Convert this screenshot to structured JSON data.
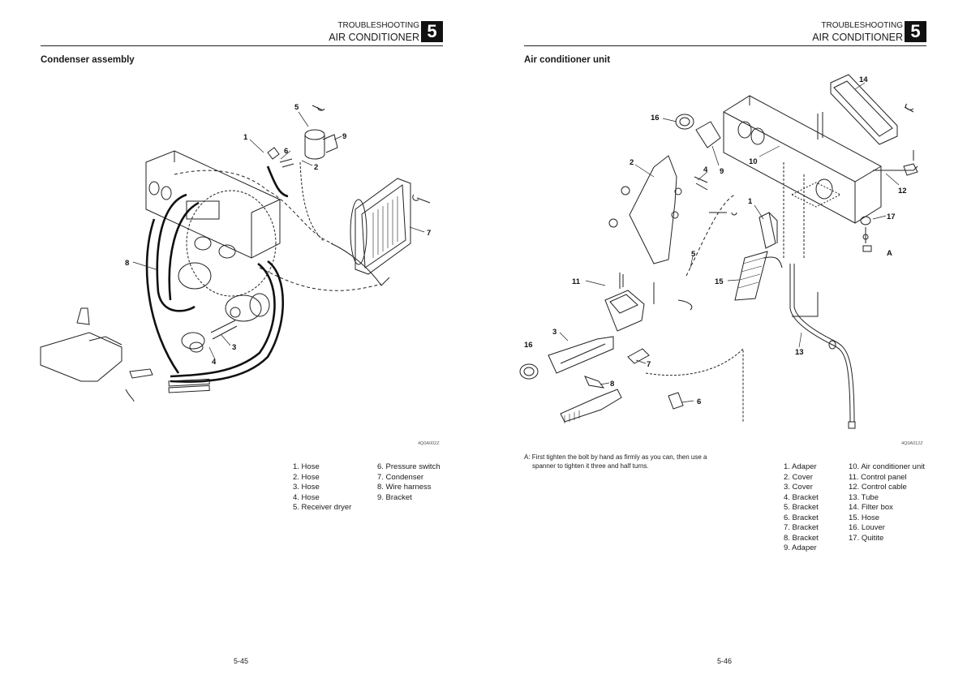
{
  "left": {
    "header_section": "TROUBLESHOOTING",
    "header_title": "AIR CONDITIONER",
    "chapter": "5",
    "section_title": "Condenser assembly",
    "figure_code": "4Q0A002Z",
    "callouts": [
      "1",
      "2",
      "3",
      "4",
      "5",
      "6",
      "7",
      "8",
      "9"
    ],
    "legend_col1": [
      "1. Hose",
      "2. Hose",
      "3. Hose",
      "4. Hose",
      "5. Receiver dryer"
    ],
    "legend_col2": [
      "6. Pressure switch",
      "7. Condenser",
      "8. Wire harness",
      "9. Bracket"
    ],
    "page_number": "5-45"
  },
  "right": {
    "header_section": "TROUBLESHOOTING",
    "header_title": "AIR CONDITIONER",
    "chapter": "5",
    "section_title": "Air conditioner unit",
    "figure_code": "4Q0A012Z",
    "callouts": [
      "14",
      "16",
      "9",
      "4",
      "2",
      "10",
      "12",
      "1",
      "17",
      "A",
      "5",
      "11",
      "15",
      "3",
      "16",
      "13",
      "7",
      "8",
      "6"
    ],
    "note_line1": "A: First tighten the bolt by hand as firmly as you can, then use a",
    "note_line2": "spanner to tighten it three and half turns.",
    "legend_col1": [
      "1. Adaper",
      "2. Cover",
      "3. Cover",
      "4. Bracket",
      "5. Bracket",
      "6. Bracket",
      "7. Bracket",
      "8. Bracket",
      "9. Adaper"
    ],
    "legend_col2": [
      "10. Air conditioner unit",
      "11. Control panel",
      "12. Control cable",
      "13. Tube",
      "14. Filter box",
      "15. Hose",
      "16. Louver",
      "17. Quitite"
    ],
    "page_number": "5-46"
  }
}
